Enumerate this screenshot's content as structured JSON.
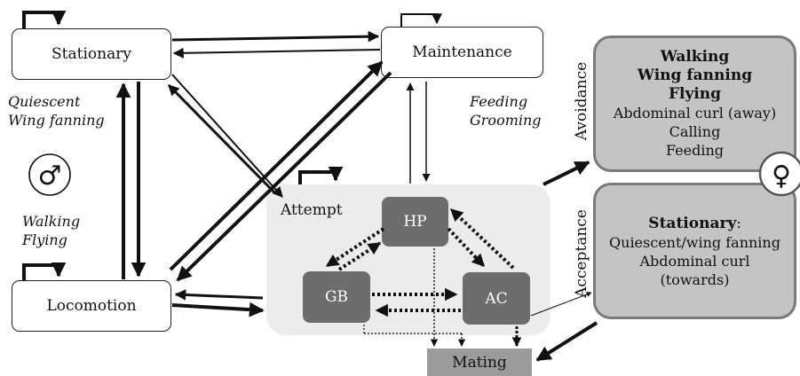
{
  "states": {
    "stationary": "Stationary",
    "maintenance": "Maintenance",
    "locomotion": "Locomotion",
    "attempt": "Attempt",
    "hp": "HP",
    "gb": "GB",
    "ac": "AC",
    "mating": "Mating"
  },
  "male_notes": {
    "stationary_line1": "Quiescent",
    "stationary_line2": "Wing fanning",
    "maintenance_line1": "Feeding",
    "maintenance_line2": "Grooming",
    "locomotion_line1": "Walking",
    "locomotion_line2": "Flying"
  },
  "symbols": {
    "male": "♂",
    "female": "♀"
  },
  "female": {
    "avoidance_label": "Avoidance",
    "avoidance_bold": [
      "Walking",
      "Wing fanning",
      "Flying"
    ],
    "avoidance_plain": [
      "Abdominal curl (away)",
      "Calling",
      "Feeding"
    ],
    "acceptance_label": "Acceptance",
    "acceptance_bold": "Stationary",
    "acceptance_colon": ":",
    "acceptance_plain": [
      "Quiescent/wing fanning",
      "Abdominal curl",
      "(towards)"
    ]
  },
  "colors": {
    "line": "#111111",
    "attempt_panel": "#ececec",
    "dark_box": "#6d6d6d",
    "mating_box": "#9b9b9b",
    "female_box": "#c4c4c4",
    "female_border": "#7a7a7a"
  }
}
